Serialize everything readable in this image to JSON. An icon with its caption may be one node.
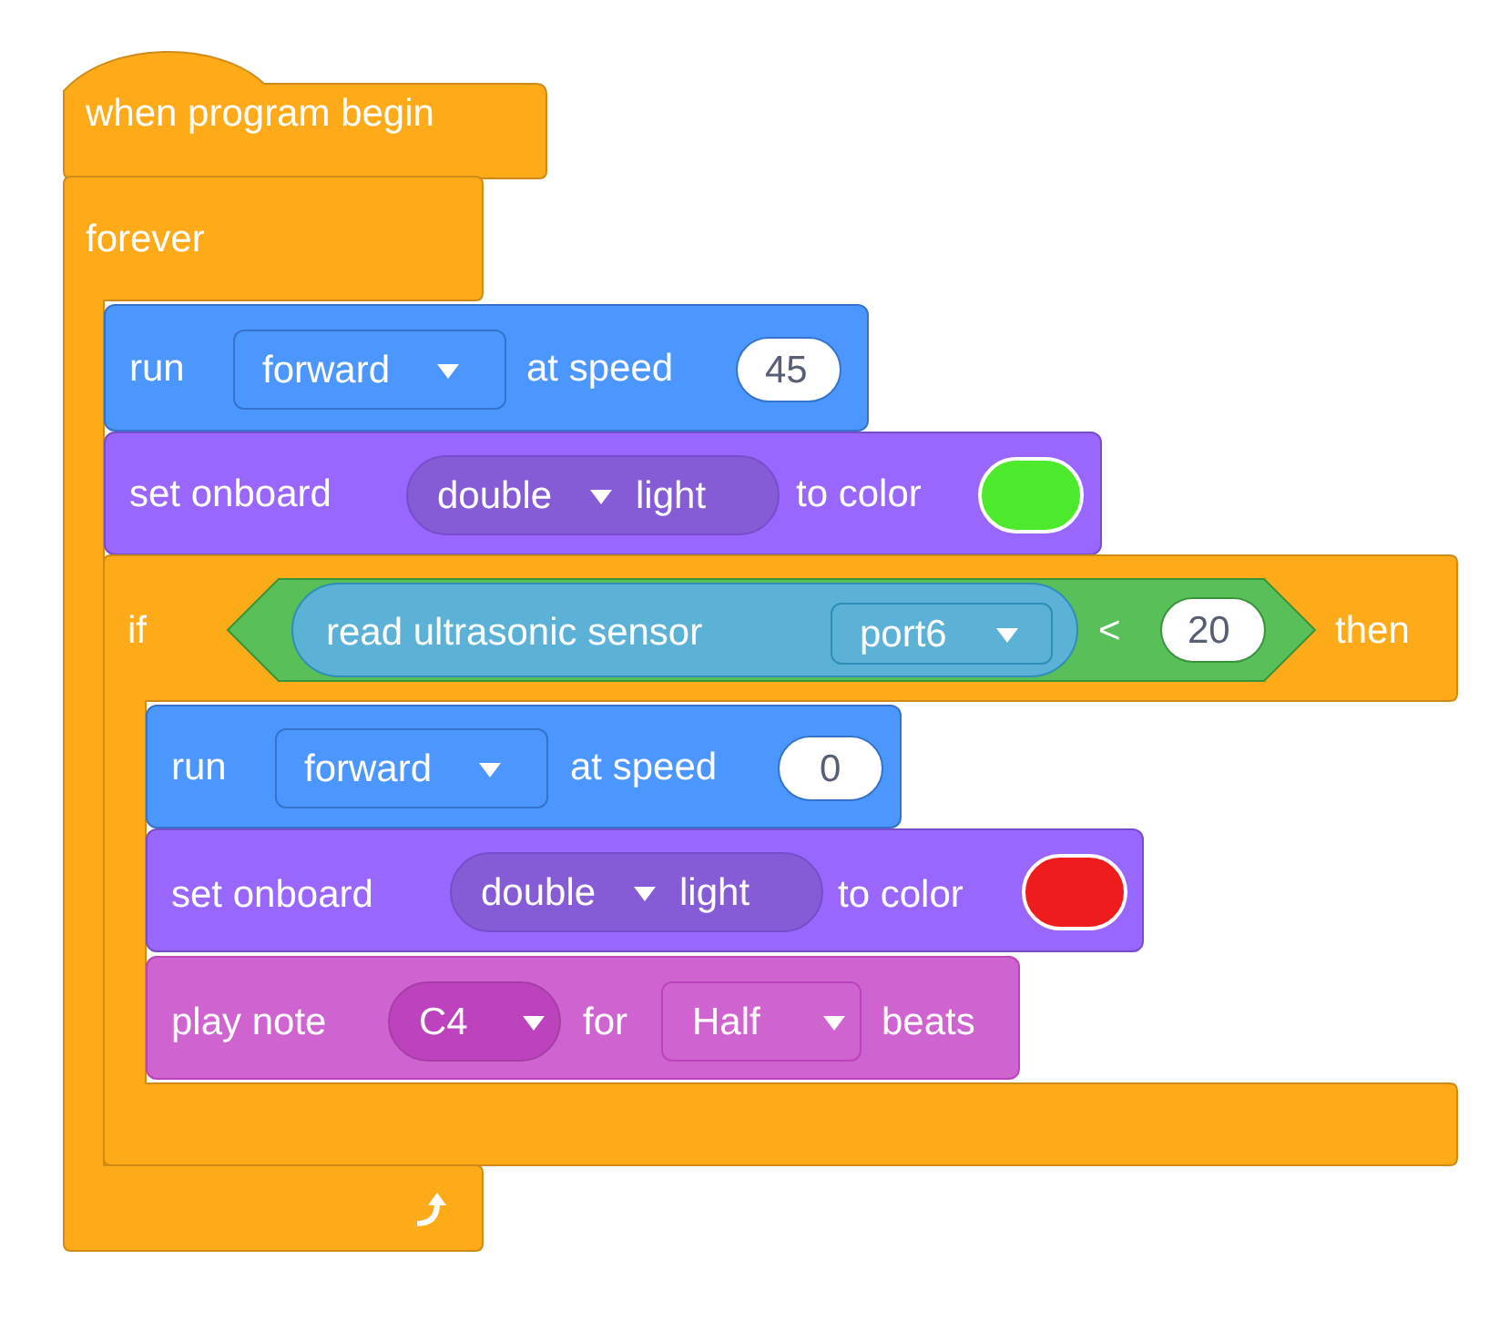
{
  "diagram": {
    "nodes": [
      {
        "text": [
          "when program begin"
        ]
      },
      {
        "text": [
          "forever"
        ]
      },
      {
        "text": [
          "run",
          "at speed"
        ]
      },
      {
        "text": [
          "forward"
        ],
        "in": 2
      },
      {
        "text": [
          "45"
        ],
        "in": 2
      },
      {
        "text": [
          "set onboard",
          "to color"
        ]
      },
      {
        "text": [
          "double",
          "light"
        ],
        "in": 5
      },
      {
        "text": [],
        "shape": "circle",
        "in": 5
      },
      {
        "text": [
          "if",
          "then"
        ]
      },
      {
        "text": [
          "<"
        ],
        "in": 8
      },
      {
        "text": [
          "read ultrasonic sensor"
        ],
        "in": 9
      },
      {
        "text": [
          "port6"
        ],
        "in": 10
      },
      {
        "text": [
          "20"
        ],
        "in": 9
      },
      {
        "text": [
          "run",
          "at speed"
        ],
        "in": 8
      },
      {
        "text": [
          "forward"
        ],
        "in": 13
      },
      {
        "text": [
          "0"
        ],
        "in": 13
      },
      {
        "text": [
          "set onboard",
          "to color"
        ],
        "in": 8
      },
      {
        "text": [
          "double",
          "light"
        ],
        "in": 16
      },
      {
        "text": [],
        "shape": "circle",
        "in": 16
      },
      {
        "text": [
          "play note",
          "for",
          "beats"
        ],
        "in": 8
      },
      {
        "text": [
          "C4"
        ],
        "in": 19
      },
      {
        "text": [
          "Half"
        ],
        "in": 19
      }
    ]
  }
}
